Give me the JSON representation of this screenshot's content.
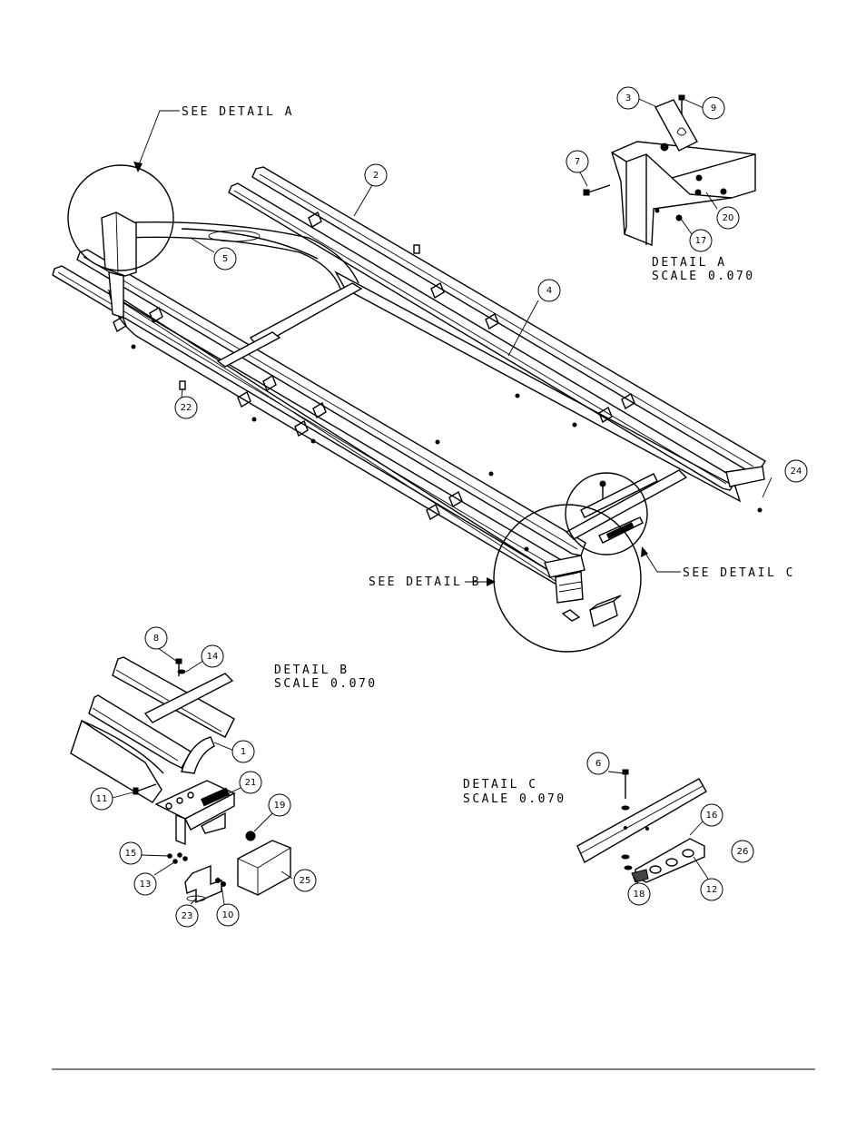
{
  "callouts": {
    "see_detail_a": "SEE DETAIL  A",
    "see_detail_b": "SEE DETAIL  B",
    "see_detail_c": "SEE DETAIL  C"
  },
  "details": {
    "a": {
      "title": "DETAIL  A",
      "scale": "SCALE  0.070"
    },
    "b": {
      "title": "DETAIL  B",
      "scale": "SCALE  0.070"
    },
    "c": {
      "title": "DETAIL  C",
      "scale": "SCALE  0.070"
    }
  },
  "balloons": {
    "b1": "1",
    "b2": "2",
    "b3": "3",
    "b4": "4",
    "b5": "5",
    "b6": "6",
    "b7": "7",
    "b8": "8",
    "b9": "9",
    "b10": "10",
    "b11": "11",
    "b12": "12",
    "b13": "13",
    "b14": "14",
    "b15": "15",
    "b16": "16",
    "b17": "17",
    "b18": "18",
    "b19": "19",
    "b20": "20",
    "b21": "21",
    "b22": "22",
    "b23": "23",
    "b24": "24",
    "b25": "25",
    "b26": "26"
  }
}
